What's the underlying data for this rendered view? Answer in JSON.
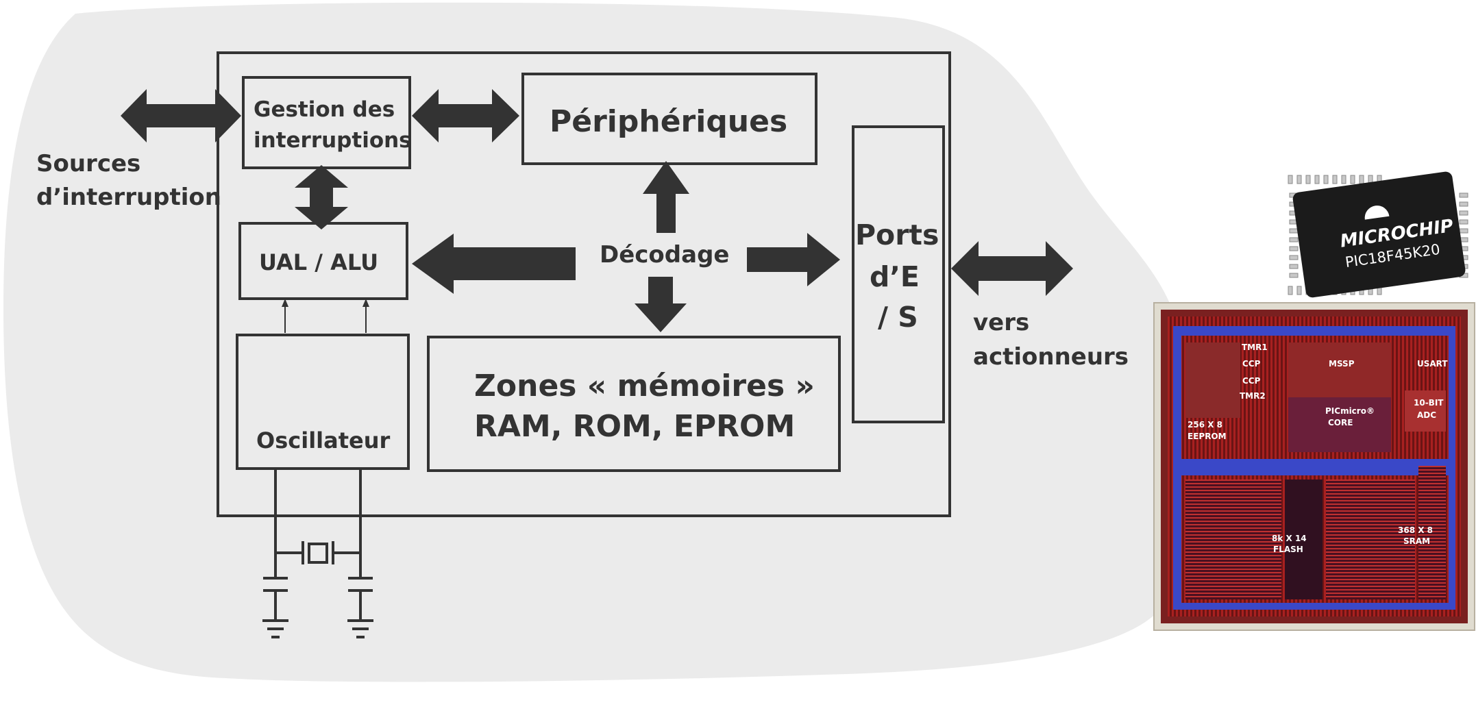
{
  "labels": {
    "sources_line1": "Sources",
    "sources_line2": "d’interruption",
    "interrupt_line1": "Gestion des",
    "interrupt_line2": "interruptions",
    "peripheriques": "Périphériques",
    "ual": "UAL / ALU",
    "decodage": "Décodage",
    "ports_line1": "Ports",
    "ports_line2": "d’E",
    "ports_line3": "/ S",
    "vers_line1": "vers",
    "vers_line2": "actionneurs",
    "oscillateur": "Oscillateur",
    "zones_line1": "Zones « mémoires »",
    "zones_line2": "RAM, ROM, EPROM"
  },
  "chip": {
    "brand": "MICROCHIP",
    "model": "PIC18F45K20"
  },
  "die": {
    "tmr1": "TMR1",
    "ccp1": "CCP",
    "ccp2": "CCP",
    "tmr2": "TMR2",
    "mssp": "MSSP",
    "usart": "USART",
    "eeprom_line1": "256 X 8",
    "eeprom_line2": "EEPROM",
    "core_line1": "PICmicro®",
    "core_line2": "CORE",
    "adc_line1": "10-BIT",
    "adc_line2": "ADC",
    "flash_line1": "8k X 14",
    "flash_line2": "FLASH",
    "sram_line1": "368 X 8",
    "sram_line2": "SRAM"
  },
  "colors": {
    "background_blob": "#ebebeb",
    "stroke": "#333333",
    "arrow": "#333333"
  }
}
